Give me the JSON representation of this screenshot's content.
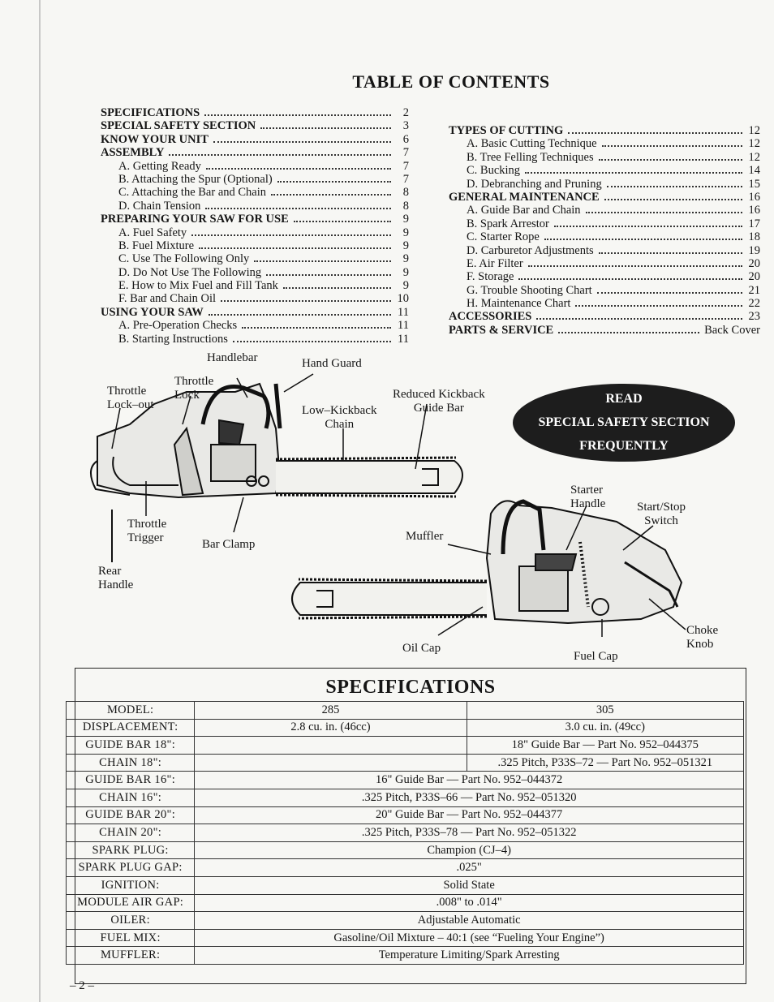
{
  "toc": {
    "title": "TABLE OF CONTENTS",
    "left": [
      {
        "label": "SPECIFICATIONS",
        "page": "2",
        "level": "sec"
      },
      {
        "label": "SPECIAL SAFETY SECTION",
        "page": "3",
        "level": "sec"
      },
      {
        "label": "KNOW YOUR UNIT",
        "page": "6",
        "level": "sec"
      },
      {
        "label": "ASSEMBLY",
        "page": "7",
        "level": "sec"
      },
      {
        "label": "A. Getting Ready",
        "page": "7",
        "level": "sub"
      },
      {
        "label": "B. Attaching the Spur (Optional)",
        "page": "7",
        "level": "sub"
      },
      {
        "label": "C. Attaching the Bar and Chain",
        "page": "8",
        "level": "sub"
      },
      {
        "label": "D. Chain Tension",
        "page": "8",
        "level": "sub"
      },
      {
        "label": "PREPARING YOUR SAW FOR USE",
        "page": "9",
        "level": "sec"
      },
      {
        "label": "A. Fuel Safety",
        "page": "9",
        "level": "sub"
      },
      {
        "label": "B. Fuel Mixture",
        "page": "9",
        "level": "sub"
      },
      {
        "label": "C. Use The Following Only",
        "page": "9",
        "level": "sub"
      },
      {
        "label": "D. Do Not Use The Following",
        "page": "9",
        "level": "sub"
      },
      {
        "label": "E. How to Mix Fuel and Fill Tank",
        "page": "9",
        "level": "sub"
      },
      {
        "label": "F. Bar and Chain Oil",
        "page": "10",
        "level": "sub"
      },
      {
        "label": "USING YOUR SAW",
        "page": "11",
        "level": "sec"
      },
      {
        "label": "A. Pre-Operation Checks",
        "page": "11",
        "level": "sub"
      },
      {
        "label": "B. Starting Instructions",
        "page": "11",
        "level": "sub"
      }
    ],
    "right": [
      {
        "label": "TYPES OF CUTTING",
        "page": "12",
        "level": "sec"
      },
      {
        "label": "A. Basic Cutting Technique",
        "page": "12",
        "level": "sub"
      },
      {
        "label": "B. Tree Felling Techniques",
        "page": "12",
        "level": "sub"
      },
      {
        "label": "C. Bucking",
        "page": "14",
        "level": "sub"
      },
      {
        "label": "D. Debranching and Pruning",
        "page": "15",
        "level": "sub"
      },
      {
        "label": "GENERAL MAINTENANCE",
        "page": "16",
        "level": "sec"
      },
      {
        "label": "A. Guide Bar and Chain",
        "page": "16",
        "level": "sub"
      },
      {
        "label": "B. Spark Arrestor",
        "page": "17",
        "level": "sub"
      },
      {
        "label": "C. Starter Rope",
        "page": "18",
        "level": "sub"
      },
      {
        "label": "D. Carburetor Adjustments",
        "page": "19",
        "level": "sub"
      },
      {
        "label": "E. Air Filter",
        "page": "20",
        "level": "sub"
      },
      {
        "label": "F. Storage",
        "page": "20",
        "level": "sub"
      },
      {
        "label": "G. Trouble Shooting Chart",
        "page": "21",
        "level": "sub"
      },
      {
        "label": "H. Maintenance Chart",
        "page": "22",
        "level": "sub"
      },
      {
        "label": "ACCESSORIES",
        "page": "23",
        "level": "sec"
      },
      {
        "label": "PARTS & SERVICE",
        "page": "Back Cover",
        "level": "sec"
      }
    ]
  },
  "diagram": {
    "handlebar": "Handlebar",
    "hand_guard": "Hand Guard",
    "throttle_lock": [
      "Throttle",
      "Lock"
    ],
    "throttle_lockout": [
      "Throttle",
      "Lock–out"
    ],
    "reduced_kickback": [
      "Reduced Kickback",
      "Guide Bar"
    ],
    "low_kickback": [
      "Low–Kickback",
      "Chain"
    ],
    "throttle_trigger": [
      "Throttle",
      "Trigger"
    ],
    "bar_clamp": "Bar Clamp",
    "rear_handle": [
      "Rear",
      "Handle"
    ],
    "starter_handle": [
      "Starter",
      "Handle"
    ],
    "start_stop": [
      "Start/Stop",
      "Switch"
    ],
    "muffler": "Muffler",
    "oil_cap": "Oil Cap",
    "fuel_cap": "Fuel Cap",
    "choke_knob": [
      "Choke",
      "Knob"
    ]
  },
  "badge": [
    "READ",
    "SPECIAL SAFETY SECTION",
    "FREQUENTLY"
  ],
  "specs": {
    "title": "SPECIFICATIONS",
    "rows": [
      {
        "label": "MODEL:",
        "a": "285",
        "b": "305"
      },
      {
        "label": "DISPLACEMENT:",
        "a": "2.8 cu. in. (46cc)",
        "b": "3.0 cu. in. (49cc)"
      },
      {
        "label": "GUIDE BAR 18\":",
        "a": "",
        "b": "18\" Guide Bar — Part No. 952–044375"
      },
      {
        "label": "CHAIN 18\":",
        "a": "",
        "b": ".325 Pitch, P33S–72 — Part No. 952–051321"
      },
      {
        "label": "GUIDE BAR 16\":",
        "span": "16\" Guide Bar — Part No. 952–044372"
      },
      {
        "label": "CHAIN 16\":",
        "span": ".325 Pitch, P33S–66 — Part No. 952–051320"
      },
      {
        "label": "GUIDE BAR 20\":",
        "span": "20\" Guide Bar — Part No. 952–044377"
      },
      {
        "label": "CHAIN 20\":",
        "span": ".325 Pitch, P33S–78 — Part No. 952–051322"
      },
      {
        "label": "SPARK PLUG:",
        "span": "Champion (CJ–4)"
      },
      {
        "label": "SPARK PLUG GAP:",
        "span": ".025\""
      },
      {
        "label": "IGNITION:",
        "span": "Solid State"
      },
      {
        "label": "MODULE AIR GAP:",
        "span": ".008\" to .014\""
      },
      {
        "label": "OILER:",
        "span": "Adjustable Automatic"
      },
      {
        "label": "FUEL MIX:",
        "span": "Gasoline/Oil Mixture – 40:1 (see “Fueling Your Engine”)"
      },
      {
        "label": "MUFFLER:",
        "span": "Temperature Limiting/Spark Arresting"
      }
    ]
  },
  "page_number": "– 2 –"
}
